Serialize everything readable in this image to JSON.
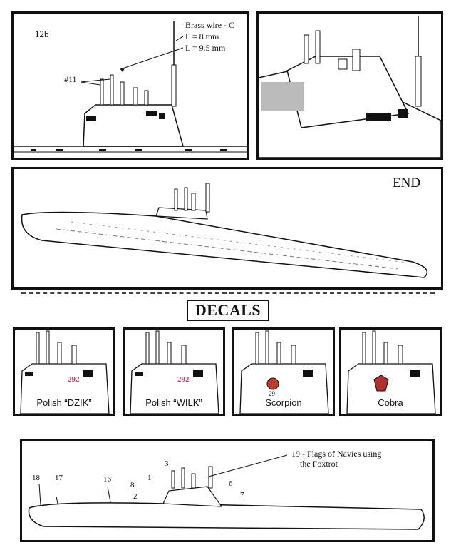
{
  "panel12b": {
    "step": "12b",
    "wire_title": "Brass wire - C",
    "len1": "L = 8 mm",
    "len2": "L = 9.5 mm",
    "part": "#11"
  },
  "end_label": "END",
  "decals_title": "DECALS",
  "decals": [
    {
      "label": "Polish “DZIK”",
      "number": "292"
    },
    {
      "label": "Polish “WILK”",
      "number": "292"
    },
    {
      "label": "Scorpion",
      "number": "29"
    },
    {
      "label": "Cobra",
      "number": ""
    }
  ],
  "callouts": {
    "flags": "19 - Flags of Navies using",
    "flags2": "the Foxtrot",
    "n1": "1",
    "n2": "2",
    "n3": "3",
    "n6": "6",
    "n7": "7",
    "n8": "8",
    "n16": "16",
    "n17": "17",
    "n18": "18"
  }
}
